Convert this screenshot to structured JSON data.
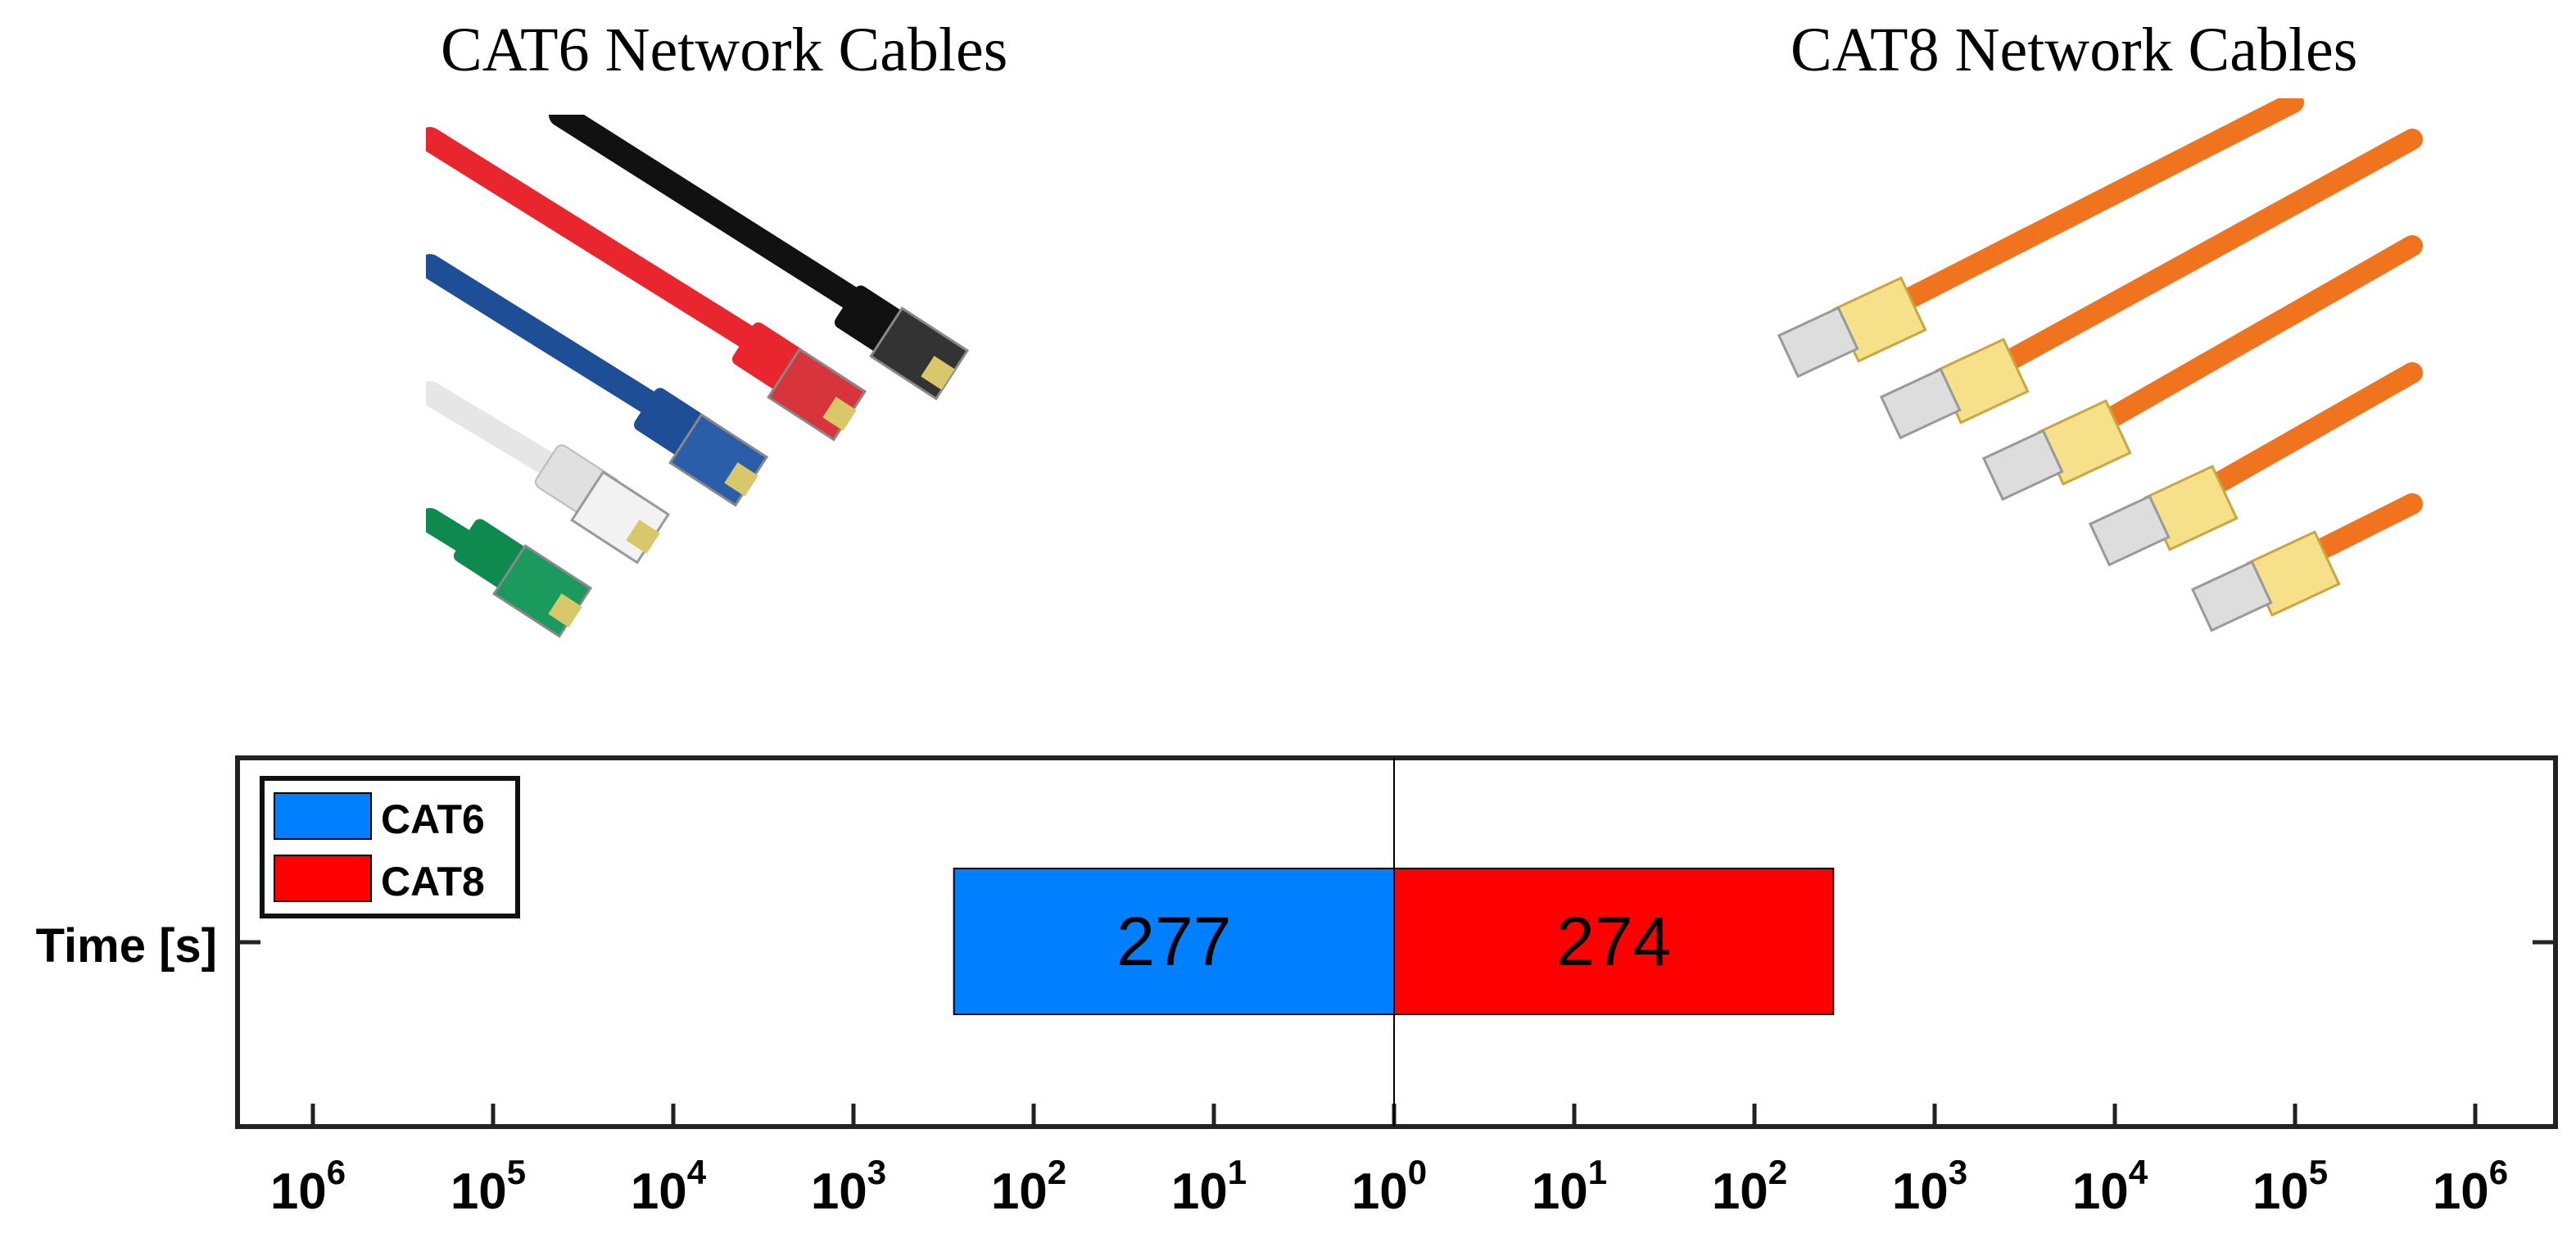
{
  "titles": {
    "left": "CAT6 Network Cables",
    "right": "CAT8 Network Cables"
  },
  "images": {
    "left": {
      "description": "five ethernet cables",
      "colors": [
        "#e9262e",
        "#111111",
        "#1e4f96",
        "#eeeeee",
        "#0f8a4f"
      ]
    },
    "right": {
      "description": "five orange ethernet cables with gold-shielded connectors",
      "colors": [
        "#f0731d"
      ]
    }
  },
  "chart_data": {
    "type": "bar",
    "orientation": "horizontal",
    "ylabel": "Time [s]",
    "categories": [
      "Time [s]"
    ],
    "x_scale": "log, mirrored about 10^0 (CAT6 extends left, CAT8 extends right)",
    "x_tick_labels": [
      {
        "base": "10",
        "exp": "6"
      },
      {
        "base": "10",
        "exp": "5"
      },
      {
        "base": "10",
        "exp": "4"
      },
      {
        "base": "10",
        "exp": "3"
      },
      {
        "base": "10",
        "exp": "2"
      },
      {
        "base": "10",
        "exp": "1"
      },
      {
        "base": "10",
        "exp": "0"
      },
      {
        "base": "10",
        "exp": "1"
      },
      {
        "base": "10",
        "exp": "2"
      },
      {
        "base": "10",
        "exp": "3"
      },
      {
        "base": "10",
        "exp": "4"
      },
      {
        "base": "10",
        "exp": "5"
      },
      {
        "base": "10",
        "exp": "6"
      }
    ],
    "series": [
      {
        "name": "CAT6",
        "values": [
          277
        ],
        "direction": "left",
        "color": "#0080ff"
      },
      {
        "name": "CAT8",
        "values": [
          274
        ],
        "direction": "right",
        "color": "#ff0000"
      }
    ],
    "legend_position": "top-left",
    "grid": false
  }
}
